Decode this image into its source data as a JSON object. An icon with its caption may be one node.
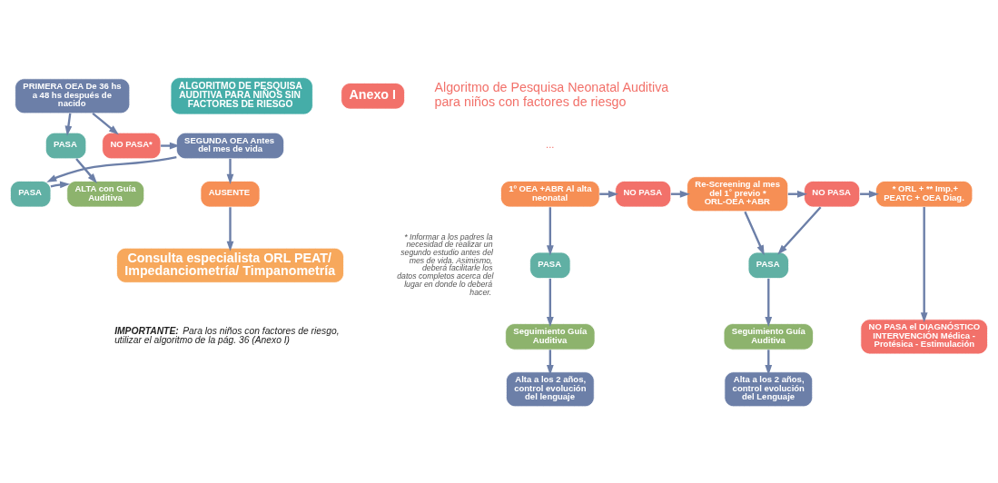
{
  "diagram": {
    "nodes": [
      {
        "text": [
          "PRIMERA OEA De 36 hs a 48 hs después de nacido"
        ]
      },
      {
        "text": [
          "ALGORITMO DE PESQUISA AUDITIVA PARA NIÑOS SIN FACTORES DE RIESGO"
        ]
      },
      {
        "text": [
          "PASA"
        ]
      },
      {
        "text": [
          "NO PASA*"
        ]
      },
      {
        "text": [
          "SEGUNDA OEA Antes del mes de vida"
        ]
      },
      {
        "text": [
          "ALTA con Guía Auditiva"
        ]
      },
      {
        "text": [
          "PASA"
        ]
      },
      {
        "text": [
          "AUSENTE"
        ]
      },
      {
        "text": [
          "Consulta especialista ORL PEAT/ Impedanciometría/ Timpanometría"
        ]
      },
      {
        "text": [
          "Anexo I"
        ]
      },
      {
        "text": [
          "1º OEA +ABR Al alta neonatal"
        ]
      },
      {
        "text": [
          "NO PASA"
        ]
      },
      {
        "text": [
          "Re-Screening al mes del 1˚ previo * ORL-OEA +ABR"
        ]
      },
      {
        "text": [
          "NO PASA"
        ]
      },
      {
        "text": [
          "* ORL + ** Imp.+ PEATC + OEA Diag."
        ]
      },
      {
        "text": [
          "PASA"
        ]
      },
      {
        "text": [
          "PASA"
        ]
      },
      {
        "text": [
          "NO PASA el DIAGNÓSTICO INTERVENCIÓN Médica - Protésica - Estimulación"
        ]
      },
      {
        "text": [
          "Seguimiento Guía Auditiva"
        ]
      },
      {
        "text": [
          "Seguimiento Guía Auditiva"
        ]
      },
      {
        "text": [
          "Alta a los 2 años, control evolución del lenguaje"
        ]
      },
      {
        "text": [
          "Alta a los 2 años, control evolución del Lenguaje"
        ]
      }
    ],
    "edges": [
      {
        "from": 0,
        "to": 2,
        "arrow": "to"
      },
      {
        "from": 0,
        "to": 3,
        "arrow": "to"
      },
      {
        "from": 2,
        "to": 5,
        "arrow": "to"
      },
      {
        "from": 3,
        "to": 4,
        "arrow": "to"
      },
      {
        "from": 4,
        "to": 6,
        "arrow": "to"
      },
      {
        "from": 4,
        "to": 7,
        "arrow": "to"
      },
      {
        "from": 6,
        "to": 5,
        "arrow": "to"
      },
      {
        "from": 7,
        "to": 8,
        "arrow": "to"
      },
      {
        "from": 10,
        "to": 11,
        "arrow": "to"
      },
      {
        "from": 11,
        "to": 12,
        "arrow": "to"
      },
      {
        "from": 12,
        "to": 13,
        "arrow": "to"
      },
      {
        "from": 13,
        "to": 14,
        "arrow": "to"
      },
      {
        "from": 10,
        "to": 15,
        "arrow": "to"
      },
      {
        "from": 12,
        "to": 16,
        "arrow": "to"
      },
      {
        "from": 13,
        "to": 16,
        "arrow": "to"
      },
      {
        "from": 14,
        "to": 17,
        "arrow": "to"
      },
      {
        "from": 15,
        "to": 18,
        "arrow": "to"
      },
      {
        "from": 16,
        "to": 19,
        "arrow": "to"
      },
      {
        "from": 18,
        "to": 20,
        "arrow": "to"
      },
      {
        "from": 19,
        "to": 21,
        "arrow": "to"
      }
    ],
    "labels": [
      "Algoritmo de Pesquisa Neonatal Auditiva para niños con factores de riesgo",
      "...",
      "* Informar a los padres la necesidad de realizar un segundo estudio antes del mes de vida. Asimismo, deberá facilitarle los datos completos acerca del lugar en donde lo deberá hacer.",
      "**IMPORTANTE:** Para los niños con factores de riesgo, utilizar el algoritmo de la pág. 36 (Anexo I)"
    ]
  }
}
